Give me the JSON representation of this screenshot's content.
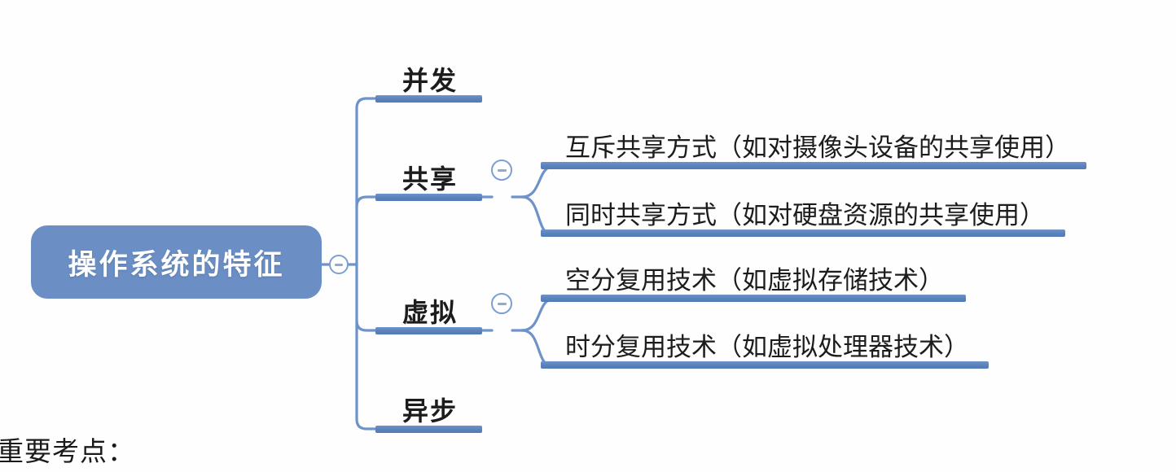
{
  "diagram": {
    "type": "mind-map",
    "root": {
      "label": "操作系统的特征",
      "toggle_icon": "collapse-minus-icon",
      "color": "#6b8fc4"
    },
    "branch_color": "#5b81ba",
    "branches": [
      {
        "label": "并发",
        "toggle_icon": null,
        "children": []
      },
      {
        "label": "共享",
        "toggle_icon": "collapse-minus-icon",
        "children": [
          {
            "label": "互斥共享方式（如对摄像头设备的共享使用）"
          },
          {
            "label": "同时共享方式（如对硬盘资源的共享使用）"
          }
        ]
      },
      {
        "label": "虚拟",
        "toggle_icon": "collapse-minus-icon",
        "children": [
          {
            "label": "空分复用技术（如虚拟存储技术）"
          },
          {
            "label": "时分复用技术（如虚拟处理器技术）"
          }
        ]
      },
      {
        "label": "异步",
        "toggle_icon": null,
        "children": []
      }
    ]
  },
  "footer": {
    "note": "重要考点："
  }
}
